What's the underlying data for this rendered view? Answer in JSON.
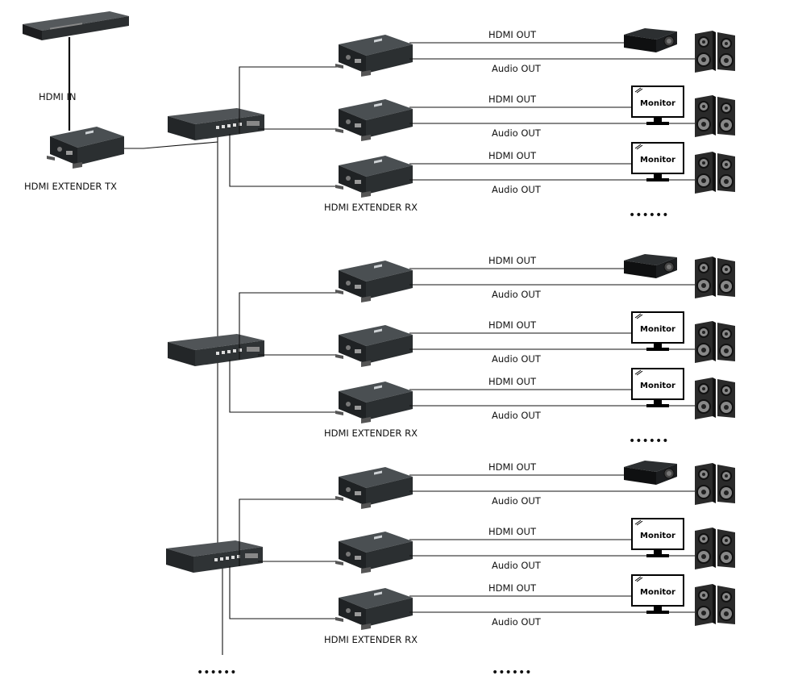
{
  "labels": {
    "hdmi_in": "HDMI   IN",
    "tx": "HDMI EXTENDER TX",
    "rx": "HDMI EXTENDER RX",
    "hdmi_out": "HDMI  OUT",
    "audio_out": "Audio OUT",
    "monitor": "Monitor",
    "more": "••••••"
  },
  "groups": [
    {
      "outputs": [
        {
          "display": "projector-icon"
        },
        {
          "display": "monitor-icon"
        },
        {
          "display": "monitor-icon"
        }
      ]
    },
    {
      "outputs": [
        {
          "display": "projector-icon"
        },
        {
          "display": "monitor-icon"
        },
        {
          "display": "monitor-icon"
        }
      ]
    },
    {
      "outputs": [
        {
          "display": "projector-icon"
        },
        {
          "display": "monitor-icon"
        },
        {
          "display": "monitor-icon"
        }
      ]
    }
  ],
  "colors": {
    "device_body": "#2a2d2f",
    "device_top": "#3e4245",
    "wire": "#111111"
  }
}
